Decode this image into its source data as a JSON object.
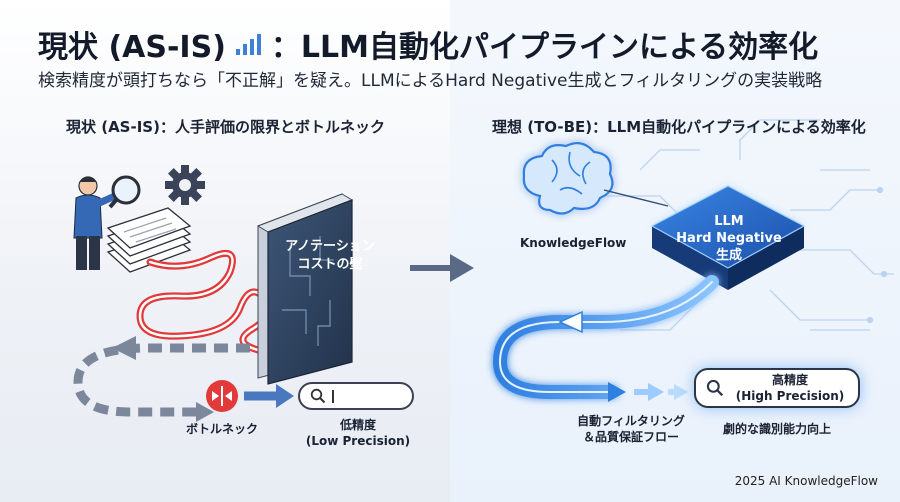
{
  "header": {
    "title_part1": "現状 (AS-IS)",
    "title_part2": "：LLM自動化パイプラインによる効率化",
    "title_icon": "signal-bars-icon",
    "subtitle": "検索精度が頭打ちなら「不正解」を疑え。LLMによるHard Negative生成とフィルタリングの実装戦略"
  },
  "left": {
    "section_title": "現状 (AS-IS)：人手評価の限界とボトルネック",
    "wall_line1": "アノテーション",
    "wall_line2": "コストの壁",
    "bottleneck_label": "ボトルネック",
    "low_line1": "低精度",
    "low_line2": "(Low Precision)"
  },
  "right": {
    "section_title": "理想 (TO-BE)：LLM自動化パイプラインによる効率化",
    "brain_label": "KnowledgeFlow",
    "chip_line1": "LLM",
    "chip_line2": "Hard Negative",
    "chip_line3": "生成",
    "flow_line1": "自動フィルタリング",
    "flow_line2": "＆品質保証フロー",
    "high_line1": "高精度",
    "high_line2": "(High Precision)",
    "result_label": "劇的な識別能力向上"
  },
  "footer": {
    "credit": "2025 AI KnowledgeFlow"
  },
  "colors": {
    "accent_blue": "#2f7fe0",
    "red": "#e23a3a",
    "dark": "#1a2233"
  },
  "icons": [
    "person-magnifier-icon",
    "gear-icon",
    "documents-icon",
    "brain-icon",
    "search-icon",
    "arrow-right-icon",
    "bottleneck-icon"
  ]
}
